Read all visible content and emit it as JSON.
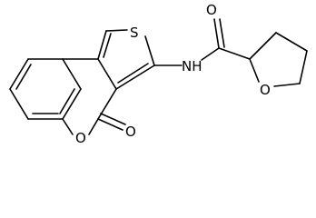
{
  "molecule": {
    "atom_labels": {
      "sulfur": "S",
      "amide_n": "NH",
      "amide_o": "O",
      "thf_o": "O",
      "lactone_o": "O",
      "carbonyl_o": "O"
    }
  }
}
